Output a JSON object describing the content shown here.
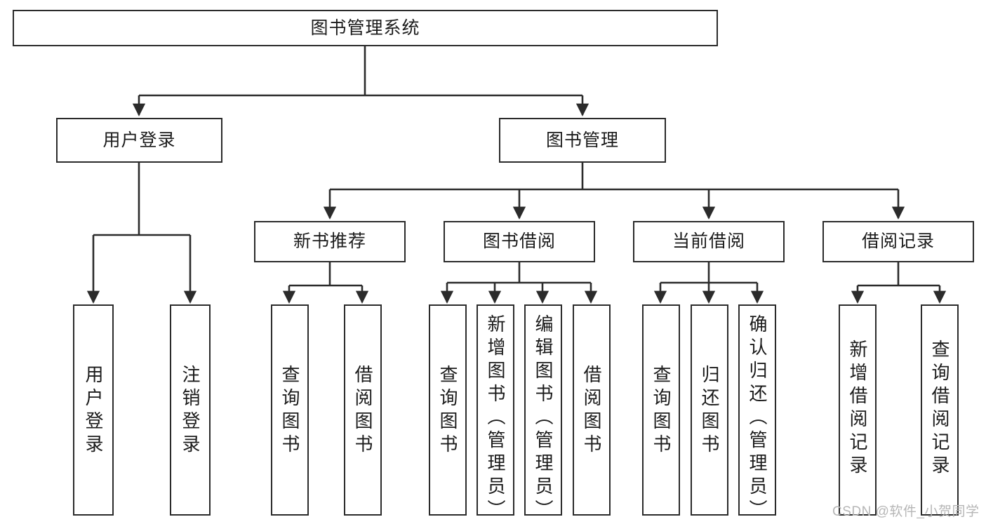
{
  "diagram": {
    "title": "图书管理系统",
    "root": {
      "label": "图书管理系统"
    },
    "level1": [
      {
        "label": "用户登录"
      },
      {
        "label": "图书管理"
      }
    ],
    "level2": [
      {
        "label": "新书推荐"
      },
      {
        "label": "图书借阅"
      },
      {
        "label": "当前借阅"
      },
      {
        "label": "借阅记录"
      }
    ],
    "leaves": {
      "user_login": [
        {
          "label": "用户登录"
        },
        {
          "label": "注销登录"
        }
      ],
      "new_book": [
        {
          "label": "查询图书"
        },
        {
          "label": "借阅图书"
        }
      ],
      "borrow_book": [
        {
          "label": "查询图书"
        },
        {
          "label": "新增图书（管理员）"
        },
        {
          "label": "编辑图书（管理员）"
        },
        {
          "label": "借阅图书"
        }
      ],
      "current_borrow": [
        {
          "label": "查询图书"
        },
        {
          "label": "归还图书"
        },
        {
          "label": "确认归还（管理员）"
        }
      ],
      "borrow_record": [
        {
          "label": "新增借阅记录"
        },
        {
          "label": "查询借阅记录"
        }
      ]
    }
  },
  "watermark": {
    "text": "CSDN @软件_小贺同学"
  },
  "colors": {
    "stroke": "#2b2b2b",
    "background": "#ffffff",
    "text": "#1b1b1b",
    "watermark": "#b6b6b6"
  }
}
